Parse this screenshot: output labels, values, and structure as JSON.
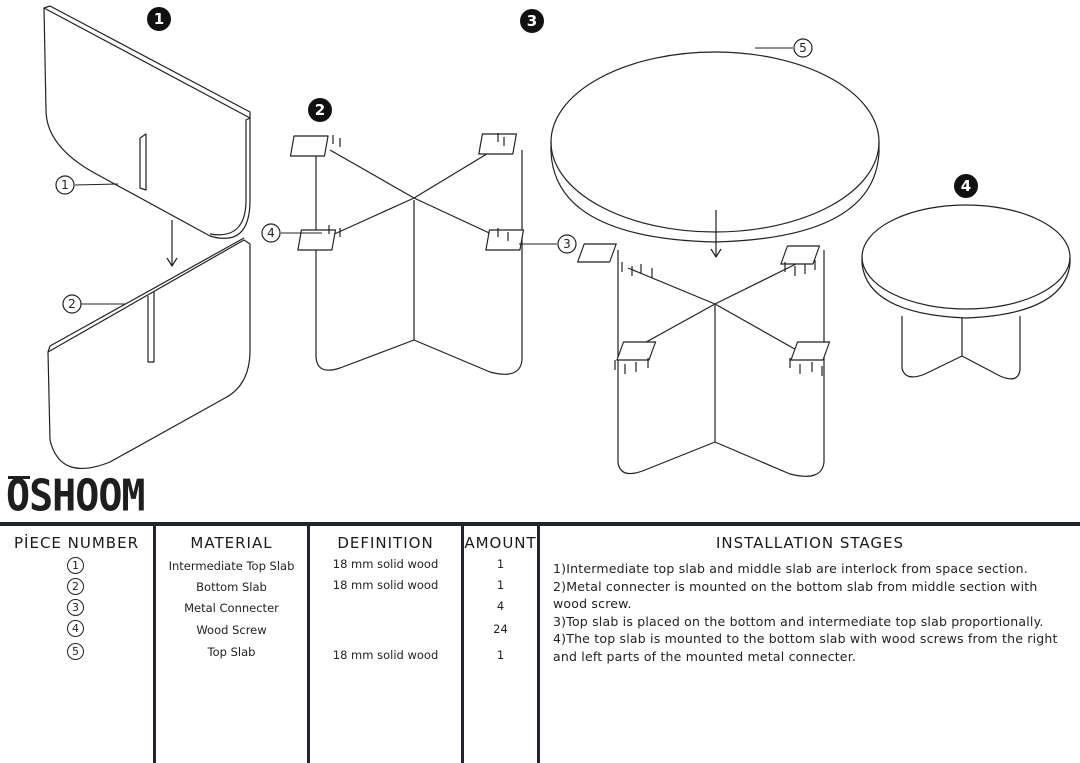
{
  "brand": "OSHOOM",
  "steps": [
    "1",
    "2",
    "3",
    "4"
  ],
  "callouts": [
    "1",
    "2",
    "3",
    "4",
    "5"
  ],
  "table": {
    "headers": {
      "piece_number": "PİECE NUMBER",
      "material": "MATERIAL",
      "definition": "DEFINITION",
      "amount": "AMOUNT",
      "stages": "INSTALLATION STAGES"
    },
    "rows": [
      {
        "piece": "1",
        "material": "Intermediate Top Slab",
        "definition": "18 mm solid wood",
        "amount": "1"
      },
      {
        "piece": "2",
        "material": "Bottom Slab",
        "definition": "18 mm solid wood",
        "amount": "1"
      },
      {
        "piece": "3",
        "material": "Metal Connecter",
        "definition": "",
        "amount": "4"
      },
      {
        "piece": "4",
        "material": "Wood Screw",
        "definition": "",
        "amount": "24"
      },
      {
        "piece": "5",
        "material": "Top Slab",
        "definition": "18 mm solid wood",
        "amount": "1"
      }
    ],
    "stages": [
      "1)Intermediate top slab and middle slab are interlock from space section.",
      "2)Metal connecter is mounted on the bottom slab from middle section with wood screw.",
      "3)Top slab is placed on the bottom and intermediate top slab proportionally.",
      "4)The top slab is mounted to the bottom slab with wood screws from the right and left parts of the mounted metal connecter."
    ]
  }
}
